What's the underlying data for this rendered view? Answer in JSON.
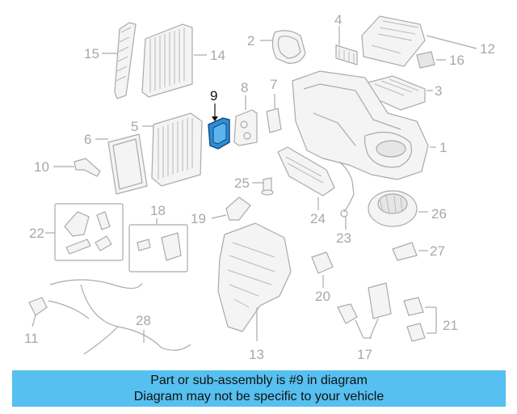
{
  "labels": {
    "l1": "1",
    "l2": "2",
    "l3": "3",
    "l4": "4",
    "l5": "5",
    "l6": "6",
    "l7": "7",
    "l8": "8",
    "l9": "9",
    "l10": "10",
    "l11": "11",
    "l12": "12",
    "l13": "13",
    "l14": "14",
    "l15": "15",
    "l16": "16",
    "l17": "17",
    "l18": "18",
    "l19": "19",
    "l20": "20",
    "l21": "21",
    "l22": "22",
    "l23": "23",
    "l24": "24",
    "l25": "25",
    "l26": "26",
    "l27": "27",
    "l28": "28"
  },
  "highlight": {
    "part": "9",
    "color": "#2a8fd6"
  },
  "banner": {
    "line1": "Part or sub-assembly is #9 in diagram",
    "line2": "Diagram may not be specific to your vehicle",
    "color": "#56c0f0"
  }
}
